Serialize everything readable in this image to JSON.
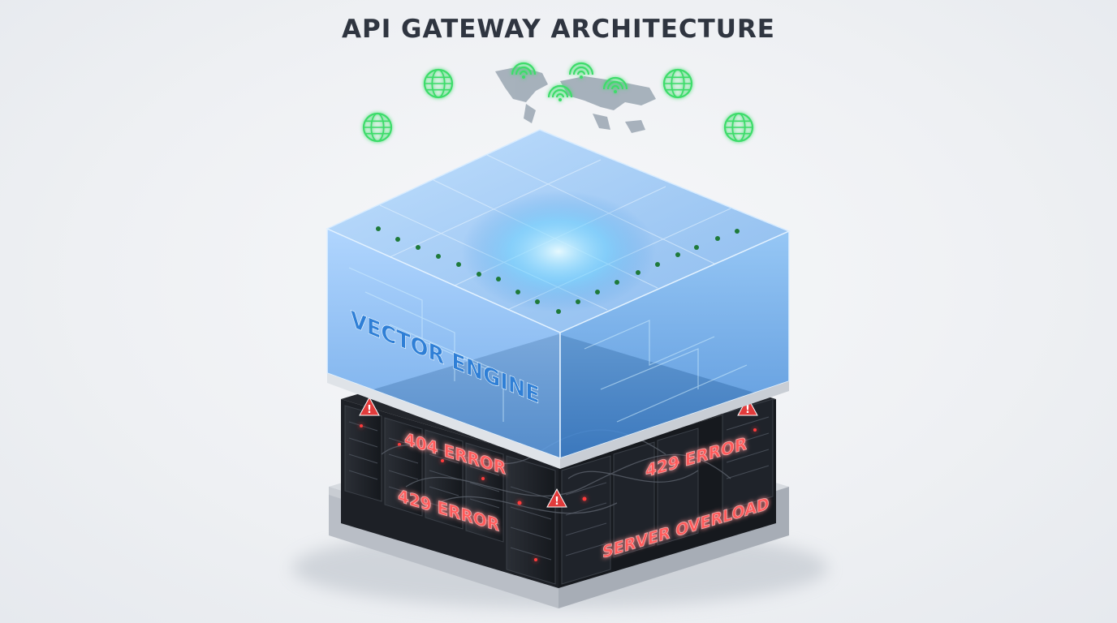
{
  "title": "API GATEWAY ARCHITECTURE",
  "gateway": {
    "label": "VECTOR ENGINE"
  },
  "backend": {
    "errors": [
      {
        "id": "err-404",
        "text": "404 ERROR"
      },
      {
        "id": "err-429-left",
        "text": "429 ERROR"
      },
      {
        "id": "err-429-right",
        "text": "429 ERROR"
      },
      {
        "id": "err-overload",
        "text": "SERVER OVERLOAD"
      }
    ]
  },
  "colors": {
    "signal": "#3ddc6b",
    "error": "#ff3b3b",
    "glass": "#8ec8ff",
    "title": "#2f3540"
  },
  "icons": [
    "globe-icon",
    "wifi-icon",
    "world-map-icon",
    "warning-icon",
    "server-rack-icon"
  ]
}
